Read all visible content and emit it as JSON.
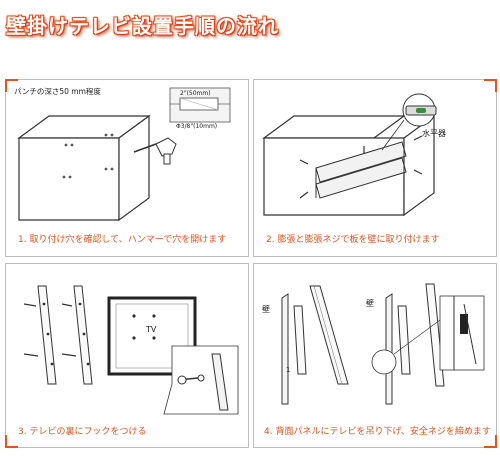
{
  "title": "壁掛けテレビ設置手順の流れ",
  "colors": {
    "accent": "#e2531d",
    "title_fill": "#e8461b",
    "border": "#bdbdbd"
  },
  "steps": [
    {
      "caption": "1. 取り付け穴を確認して、ハンマーで穴を開けます",
      "labels": {
        "depth": "パンチの深さ50 mm程度",
        "dim_top": "2\"(50mm)",
        "dim_bottom": "Φ3/8\"(10mm)"
      }
    },
    {
      "caption": "2. 膨張と膨張ネジで板を壁に取り付けます",
      "labels": {
        "level": "水平器"
      }
    },
    {
      "caption": "3. テレビの裏にフックをつける",
      "labels": {
        "tv": "TV"
      }
    },
    {
      "caption": "4. 背面パネルにテレビを吊り下げ、安全ネジを締めます",
      "labels": {
        "wall_left": "壁",
        "wall_right": "壁",
        "num_1": "1"
      }
    }
  ]
}
